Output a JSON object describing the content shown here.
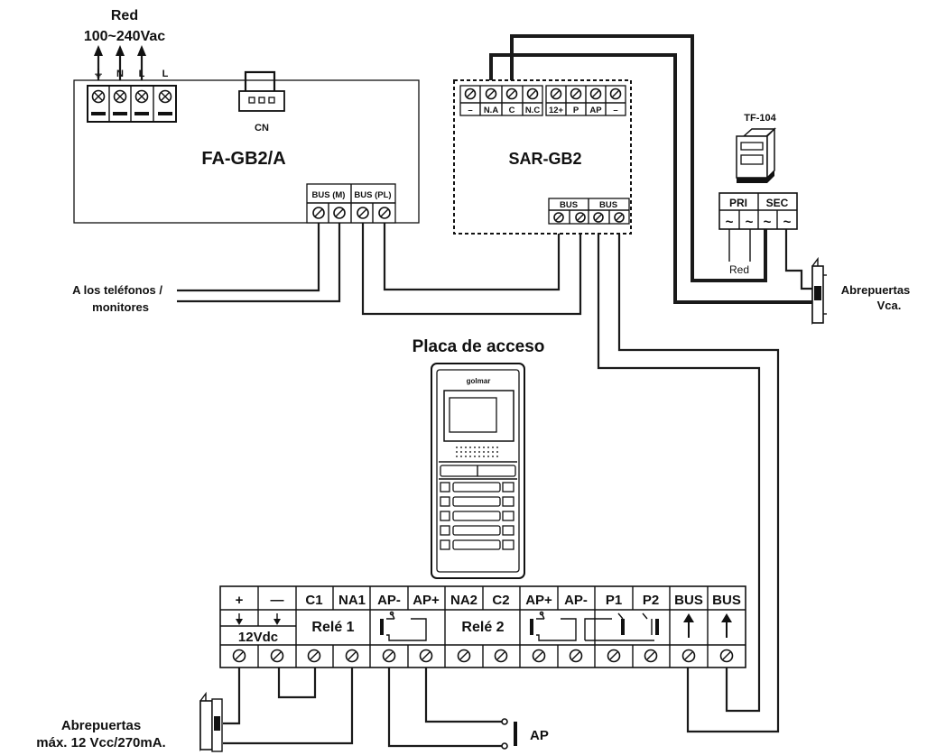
{
  "mains": {
    "title": "Red",
    "voltage": "100~240Vac"
  },
  "power_supply": {
    "name": "FA-GB2/A",
    "connector_label": "CN",
    "input_labels": [
      "⏚",
      "N",
      "L",
      "L"
    ],
    "bus_m": "BUS (M)",
    "bus_pl": "BUS (PL)"
  },
  "relay_unit": {
    "name": "SAR-GB2",
    "terminals": [
      "–",
      "N.A",
      "C",
      "N.C",
      "12+",
      "P",
      "AP",
      "–"
    ],
    "bus_a": "BUS",
    "bus_b": "BUS"
  },
  "transformer": {
    "name": "TF-104",
    "pri": "PRI",
    "sec": "SEC",
    "ac_symbol": "~",
    "red_label": "Red"
  },
  "lock_vca": {
    "line1": "Abrepuertas",
    "line2": "Vca."
  },
  "phones": {
    "line1": "A los teléfonos /",
    "line2": "monitores"
  },
  "panel": {
    "title": "Placa de acceso",
    "brand": "golmar"
  },
  "strip": {
    "headers": [
      "+",
      "—",
      "C1",
      "NA1",
      "AP-",
      "AP+",
      "NA2",
      "C2",
      "AP+",
      "AP-",
      "P1",
      "P2",
      "BUS",
      "BUS"
    ],
    "supply": "12Vdc",
    "rele1": "Relé 1",
    "rele2": "Relé 2"
  },
  "ap_button": "AP",
  "lock_dc": {
    "line1": "Abrepuertas",
    "line2": "máx. 12 Vcc/270mA."
  }
}
